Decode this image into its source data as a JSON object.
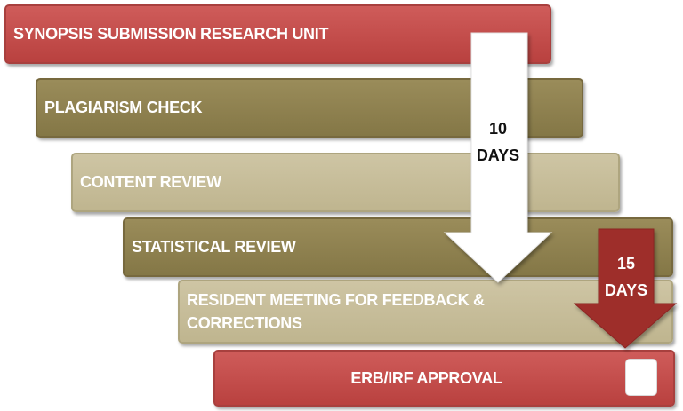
{
  "steps": [
    {
      "label": "SYNOPSIS SUBMISSION RESEARCH UNIT"
    },
    {
      "label": "PLAGIARISM  CHECK"
    },
    {
      "label": "CONTENT REVIEW"
    },
    {
      "label": "STATISTICAL REVIEW"
    },
    {
      "label": "RESIDENT MEETING FOR FEEDBACK & CORRECTIONS"
    },
    {
      "label": "ERB/IRF APPROVAL"
    }
  ],
  "arrows": [
    {
      "line1": "10",
      "line2": "DAYS",
      "color": "#ffffff"
    },
    {
      "line1": "15",
      "line2": "DAYS",
      "color": "#9e2d2b"
    }
  ],
  "colors": {
    "red": "#c0504d",
    "olive": "#8b7e4e",
    "tan": "#c4bb97"
  }
}
